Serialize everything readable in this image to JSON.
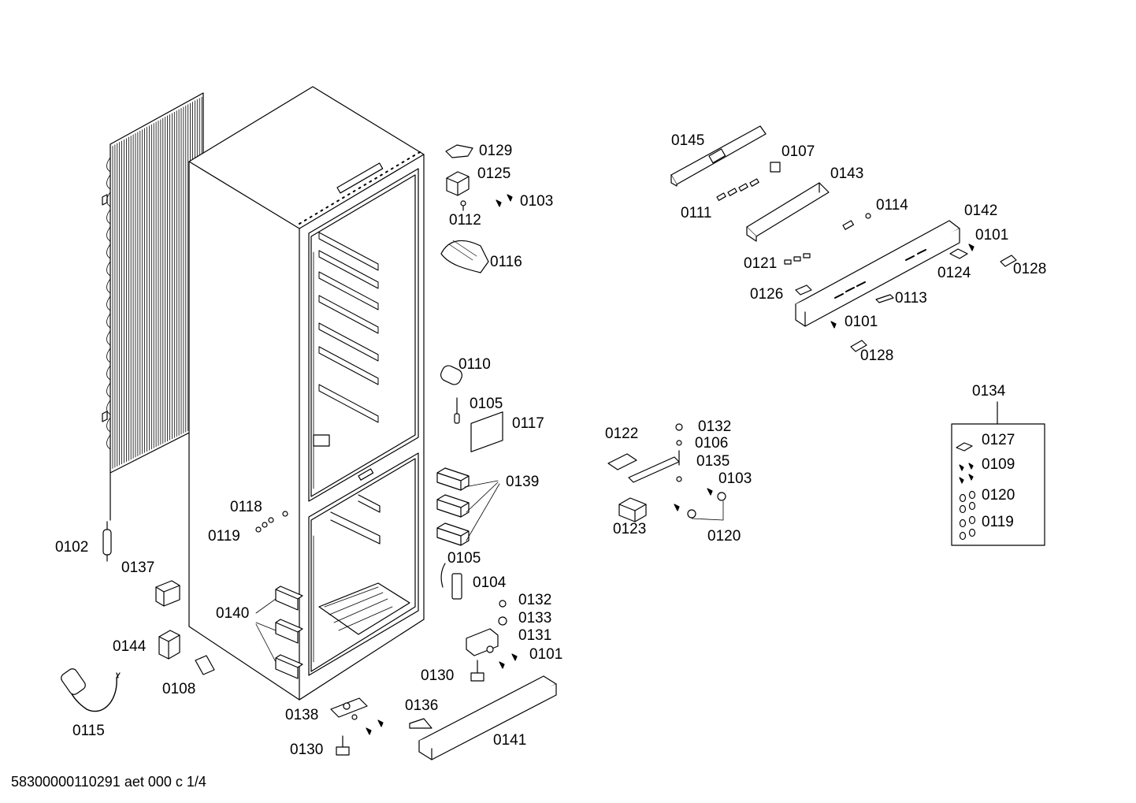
{
  "labels": {
    "p0129": "0129",
    "p0125": "0125",
    "p0103a": "0103",
    "p0112": "0112",
    "p0116": "0116",
    "p0110": "0110",
    "p0105a": "0105",
    "p0117": "0117",
    "p0139": "0139",
    "p0105b": "0105",
    "p0104": "0104",
    "p0132a": "0132",
    "p0133": "0133",
    "p0131": "0131",
    "p0101a": "0101",
    "p0130a": "0130",
    "p0136": "0136",
    "p0141": "0141",
    "p0138": "0138",
    "p0130b": "0130",
    "p0118": "0118",
    "p0119a": "0119",
    "p0102": "0102",
    "p0137": "0137",
    "p0140": "0140",
    "p0144": "0144",
    "p0108": "0108",
    "p0115": "0115",
    "p0145": "0145",
    "p0107": "0107",
    "p0143": "0143",
    "p0111": "0111",
    "p0114": "0114",
    "p0142": "0142",
    "p0101b": "0101",
    "p0121": "0121",
    "p0124": "0124",
    "p0128a": "0128",
    "p0126": "0126",
    "p0113": "0113",
    "p0101c": "0101",
    "p0128b": "0128",
    "p0122": "0122",
    "p0132b": "0132",
    "p0106": "0106",
    "p0135": "0135",
    "p0103b": "0103",
    "p0123": "0123",
    "p0120a": "0120",
    "p0134": "0134",
    "p0127": "0127",
    "p0109": "0109",
    "p0120b": "0120",
    "p0119b": "0119"
  },
  "footer": "58300000110291 aet 000 c 1/4"
}
